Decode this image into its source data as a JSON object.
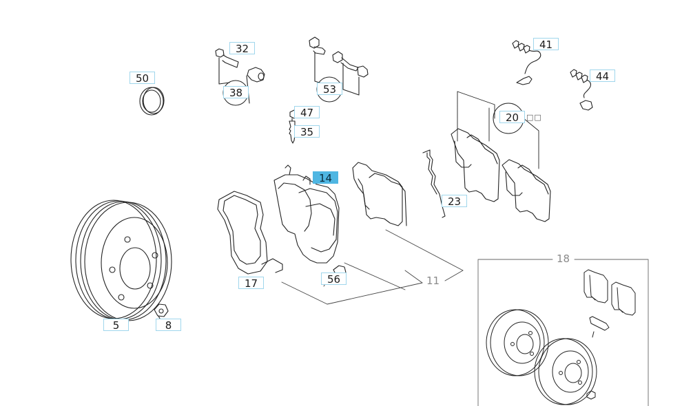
{
  "diagram": {
    "active_callout": "14",
    "highlight_color": "#4fb6e2",
    "callout_border_color": "#9fd6ec",
    "callouts": {
      "c50": "50",
      "c32": "32",
      "c38": "38",
      "c53": "53",
      "c47": "47",
      "c35": "35",
      "c41": "41",
      "c44": "44",
      "c20": "20",
      "c20_suffix": "□□",
      "c14": "14",
      "c23": "23",
      "c56": "56",
      "c17": "17",
      "c5": "5",
      "c8": "8"
    },
    "plain_labels": {
      "p11": "11",
      "p18": "18"
    }
  }
}
